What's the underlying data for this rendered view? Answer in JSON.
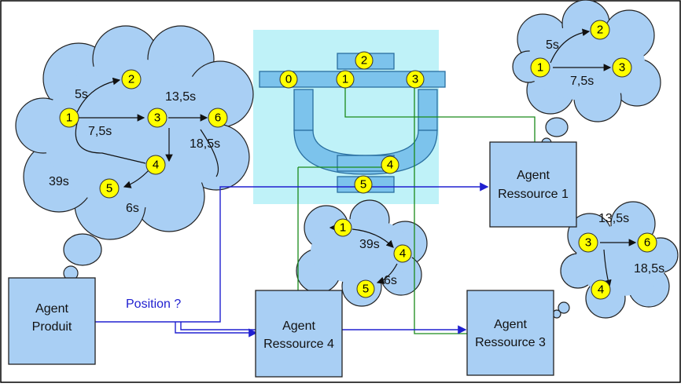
{
  "colors": {
    "cloud_fill": "#a9cff4",
    "agent_fill": "#a9cff4",
    "node_fill": "#ffff00",
    "blue_link": "#2020d0",
    "green_link": "#1a8a1a",
    "machine_bg": "#bff2f8",
    "machine_fill": "#7cc3ec"
  },
  "agents": {
    "produit": [
      "Agent",
      "Produit"
    ],
    "r1": [
      "Agent",
      "Ressource 1"
    ],
    "r3": [
      "Agent",
      "Ressource 3"
    ],
    "r4": [
      "Agent",
      "Ressource 4"
    ]
  },
  "query_label": "Position ?",
  "machine_nodes": [
    "0",
    "1",
    "2",
    "3",
    "4",
    "5"
  ],
  "cloud_big": {
    "nodes": [
      "1",
      "2",
      "3",
      "4",
      "5",
      "6"
    ],
    "times": [
      "5s",
      "13,5s",
      "7,5s",
      "18,5s",
      "39s",
      "6s"
    ]
  },
  "cloud_r1": {
    "nodes": [
      "1",
      "2",
      "3"
    ],
    "times": [
      "5s",
      "7,5s"
    ]
  },
  "cloud_r4": {
    "nodes": [
      "1",
      "4",
      "5"
    ],
    "times": [
      "39s",
      "6s"
    ]
  },
  "cloud_r3": {
    "nodes": [
      "3",
      "6",
      "4"
    ],
    "times": [
      "13,5s",
      "18,5s"
    ]
  }
}
